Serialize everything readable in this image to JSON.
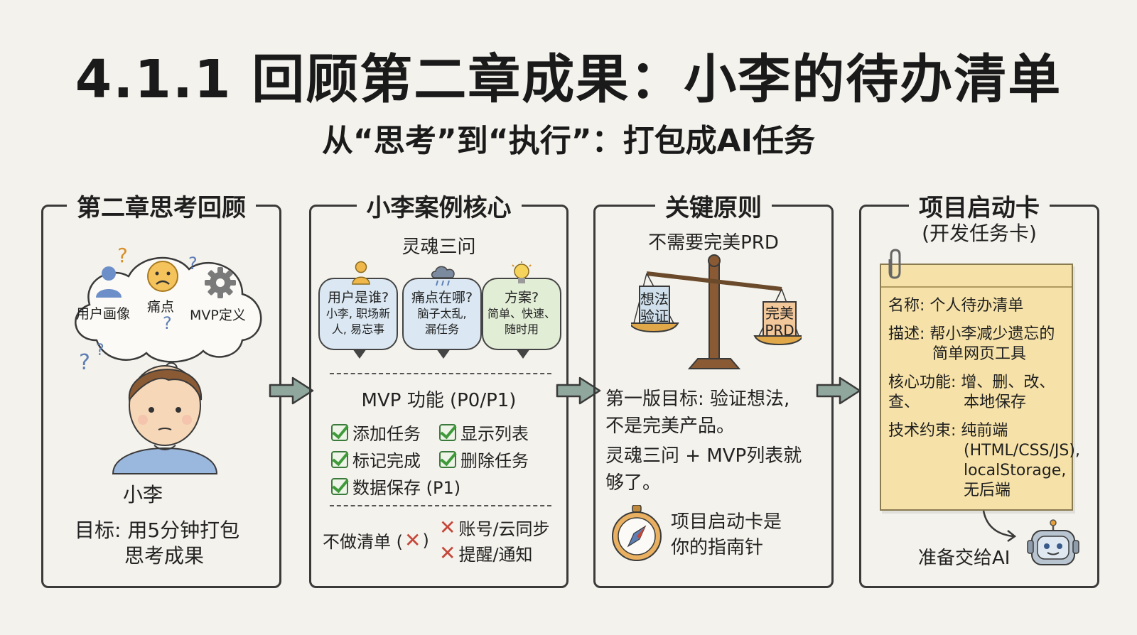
{
  "title": "4.1.1 回顾第二章成果：小李的待办清单",
  "subtitle": "从“思考”到“执行”：打包成AI任务",
  "panel1": {
    "title": "第二章思考回顾",
    "cloud_items": [
      "用户画像",
      "痛点",
      "MVP定义"
    ],
    "person_name": "小李",
    "goal_line1": "目标: 用5分钟打包",
    "goal_line2": "思考成果"
  },
  "panel2": {
    "title": "小李案例核心",
    "section_title": "灵魂三问",
    "bubbles": [
      {
        "head": "用户是谁?",
        "body1": "小李, 职场新",
        "body2": "人, 易忘事"
      },
      {
        "head": "痛点在哪?",
        "body1": "脑子太乱,",
        "body2": "漏任务"
      },
      {
        "head": "方案?",
        "body1": "简单、快速、",
        "body2": "随时用"
      }
    ],
    "mvp_title": "MVP 功能 (P0/P1)",
    "mvp_items": [
      "添加任务",
      "显示列表",
      "标记完成",
      "删除任务",
      "数据保存 (P1)"
    ],
    "not_do_label": "不做清单 (",
    "not_do_close": ")",
    "not_do_items": [
      "账号/云同步",
      "提醒/通知"
    ]
  },
  "panel3": {
    "title": "关键原则",
    "subhead": "不需要完美PRD",
    "scale_left": [
      "想法",
      "验证"
    ],
    "scale_right": [
      "完美",
      "PRD"
    ],
    "text1_line1": "第一版目标: 验证想法,",
    "text1_line2": "不是完美产品。",
    "text2_line1": "灵魂三问 + MVP列表就",
    "text2_line2": "够了。",
    "compass_line1": "项目启动卡是",
    "compass_line2": "你的指南针"
  },
  "panel4": {
    "title": "项目启动卡",
    "title_sub": "(开发任务卡)",
    "card": {
      "name_label": "名称:",
      "name_value": "个人待办清单",
      "desc_label": "描述:",
      "desc_value1": "帮小李减少遗忘的",
      "desc_value2": "简单网页工具",
      "core_label": "核心功能:",
      "core_value1": "增、删、改、查、",
      "core_value2": "本地保存",
      "tech_label": "技术约束:",
      "tech_value1": "纯前端",
      "tech_value2": "(HTML/CSS/JS),",
      "tech_value3": "localStorage,",
      "tech_value4": "无后端"
    },
    "handoff": "准备交给AI"
  },
  "colors": {
    "background": "#f4f2ec",
    "arrow": "#8fa79c",
    "check": "#3f9a3a",
    "cross": "#c4473a",
    "note": "#f6e2a8",
    "bubble_blue": "#dbe8f3",
    "bubble_green": "#e2edd6"
  },
  "icons": [
    "user-icon",
    "sad-face-icon",
    "gear-icon",
    "question-mark-icon",
    "rain-cloud-icon",
    "lightbulb-icon",
    "scale-icon",
    "compass-icon",
    "paperclip-icon",
    "robot-icon",
    "arrow-right-icon"
  ]
}
